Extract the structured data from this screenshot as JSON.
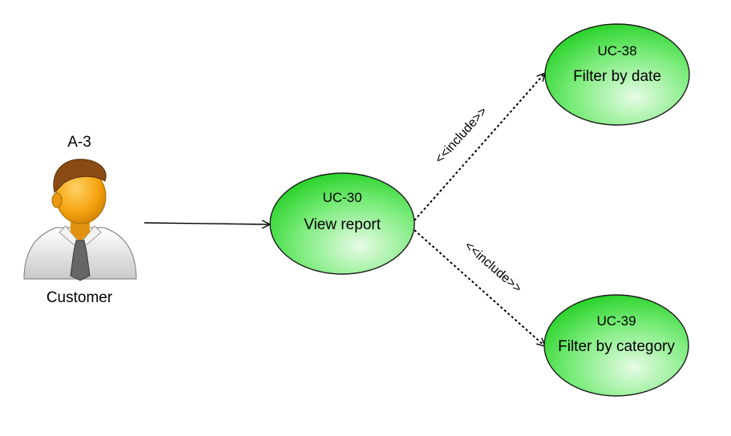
{
  "actor": {
    "id": "A-3",
    "name": "Customer"
  },
  "use_cases": {
    "view_report": {
      "id": "UC-30",
      "name": "View report"
    },
    "filter_date": {
      "id": "UC-38",
      "name": "Filter by date"
    },
    "filter_category": {
      "id": "UC-39",
      "name": "Filter by category"
    }
  },
  "relations": {
    "include_date": "<<include>>",
    "include_category": "<<include>>"
  },
  "colors": {
    "use_case_fill": "#39e039",
    "use_case_highlight": "#e6fbe6",
    "use_case_stroke": "#1a1a1a",
    "actor_skin": "#f5a30f",
    "actor_hair": "#8a4a14",
    "actor_shirt": "#e4e4e4",
    "actor_tie": "#666666"
  }
}
